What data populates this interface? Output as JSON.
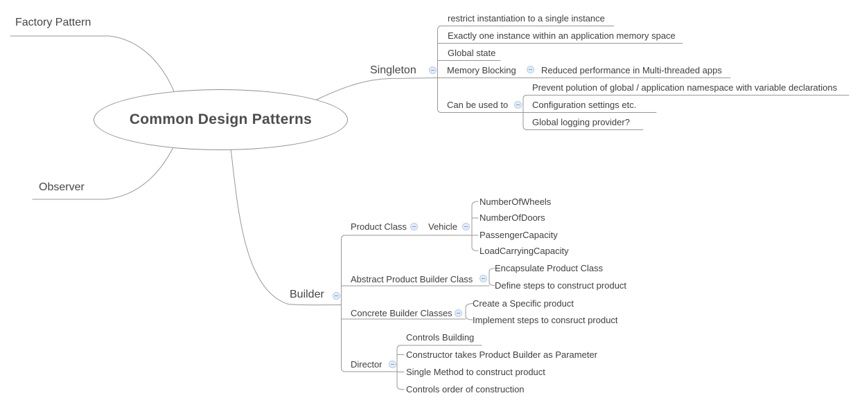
{
  "mindmap": {
    "root": {
      "label": "Common Design Patterns"
    },
    "branches": [
      {
        "label": "Factory Pattern"
      },
      {
        "label": "Observer"
      },
      {
        "label": "Singleton",
        "children": [
          {
            "label": "restrict instantiation to a single instance"
          },
          {
            "label": "Exactly one instance within an application memory space"
          },
          {
            "label": "Global state"
          },
          {
            "label": "Memory Blocking",
            "children": [
              {
                "label": "Reduced performance in Multi-threaded apps"
              }
            ]
          },
          {
            "label": "Can be used to",
            "children": [
              {
                "label": "Prevent polution of global / application namespace with variable declarations"
              },
              {
                "label": "Configuration settings etc."
              },
              {
                "label": "Global logging provider?"
              }
            ]
          }
        ]
      },
      {
        "label": "Builder",
        "children": [
          {
            "label": "Product Class",
            "children": [
              {
                "label": "Vehicle",
                "children": [
                  {
                    "label": "NumberOfWheels"
                  },
                  {
                    "label": "NumberOfDoors"
                  },
                  {
                    "label": "PassengerCapacity"
                  },
                  {
                    "label": "LoadCarryingCapacity"
                  }
                ]
              }
            ]
          },
          {
            "label": "Abstract Product Builder Class",
            "children": [
              {
                "label": "Encapsulate Product Class"
              },
              {
                "label": "Define steps to construct product"
              }
            ]
          },
          {
            "label": "Concrete Builder Classes",
            "children": [
              {
                "label": "Create a Specific product"
              },
              {
                "label": "Implement steps to consruct product"
              }
            ]
          },
          {
            "label": "Director",
            "children": [
              {
                "label": "Controls Building"
              },
              {
                "label": "Constructor takes Product Builder as Parameter"
              },
              {
                "label": "Single Method to construct product"
              },
              {
                "label": "Controls order of construction"
              }
            ]
          }
        ]
      }
    ],
    "icons": {
      "collapse": {
        "name": "collapse-icon",
        "glyph": "minus-in-circle"
      }
    },
    "colors": {
      "background": "#ffffff",
      "line": "#979797",
      "text": "#3f3f3f",
      "root_text": "#4c4c4c",
      "icon_fill": "#e3edfa",
      "icon_border": "#b5cbe9",
      "icon_minus": "#6f9ad3"
    }
  }
}
